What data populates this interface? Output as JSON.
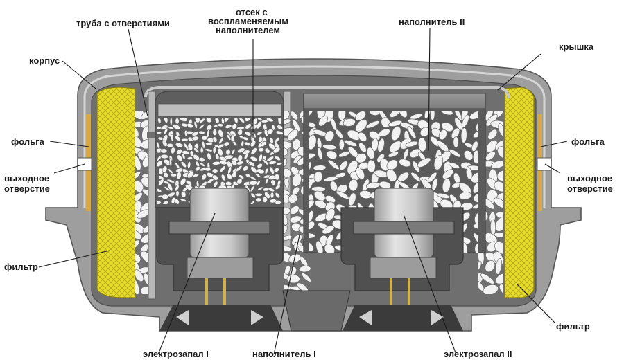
{
  "diagram": {
    "labels": {
      "korpus": "корпус",
      "truba": "труба с отверстиями",
      "otsek_1": "отсек с",
      "otsek_2": "воспламеняемым",
      "otsek_3": "наполнителем",
      "napolnitel_2": "наполнитель II",
      "kryshka": "крышка",
      "folga_left": "фольга",
      "folga_right": "фольга",
      "vyhod_left_1": "выходное",
      "vyhod_left_2": "отверстие",
      "vyhod_right_1": "выходное",
      "vyhod_right_2": "отверстие",
      "filtr_left": "фильтр",
      "filtr_right": "фильтр",
      "elektrozapal_1": "электрозапал I",
      "napolnitel_1": "наполнитель I",
      "elektrozapal_2": "электрозапал II"
    },
    "colors": {
      "housing": "#a9a9a9",
      "housing_dark": "#6e6e6e",
      "filter": "#e8df2a",
      "cap": "#8c8c8c",
      "pin": "#d4b24a",
      "pellet": "#f2f2f2"
    }
  }
}
